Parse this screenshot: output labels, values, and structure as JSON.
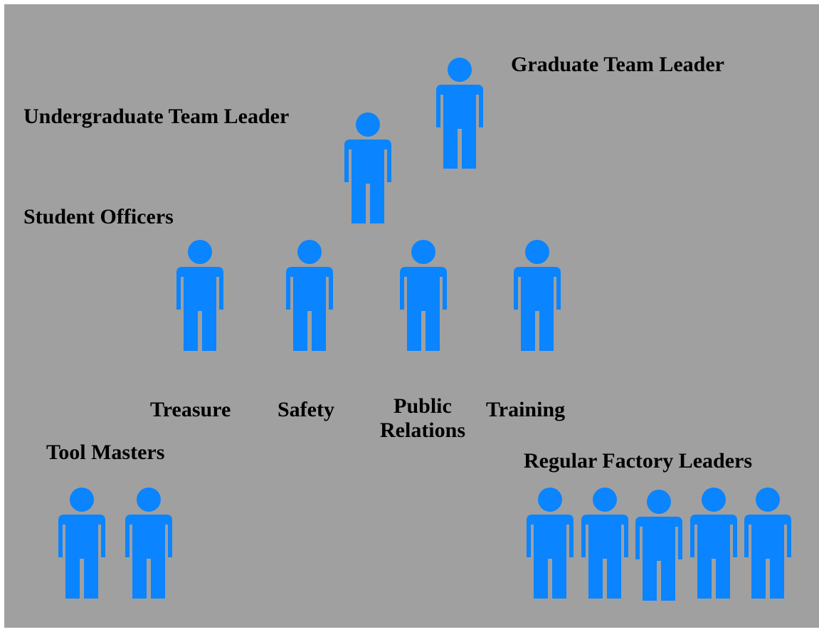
{
  "colors": {
    "background": "#a0a0a0",
    "figure": "#0a84ff",
    "text": "#000000"
  },
  "labels": {
    "graduate_team_leader": "Graduate Team Leader",
    "undergraduate_team_leader": "Undergraduate Team Leader",
    "student_officers": "Student Officers",
    "treasure": "Treasure",
    "safety": "Safety",
    "public_relations": "Public\nRelations",
    "training": "Training",
    "tool_masters": "Tool Masters",
    "regular_factory_leaders": "Regular Factory Leaders"
  },
  "icon": "person-icon"
}
